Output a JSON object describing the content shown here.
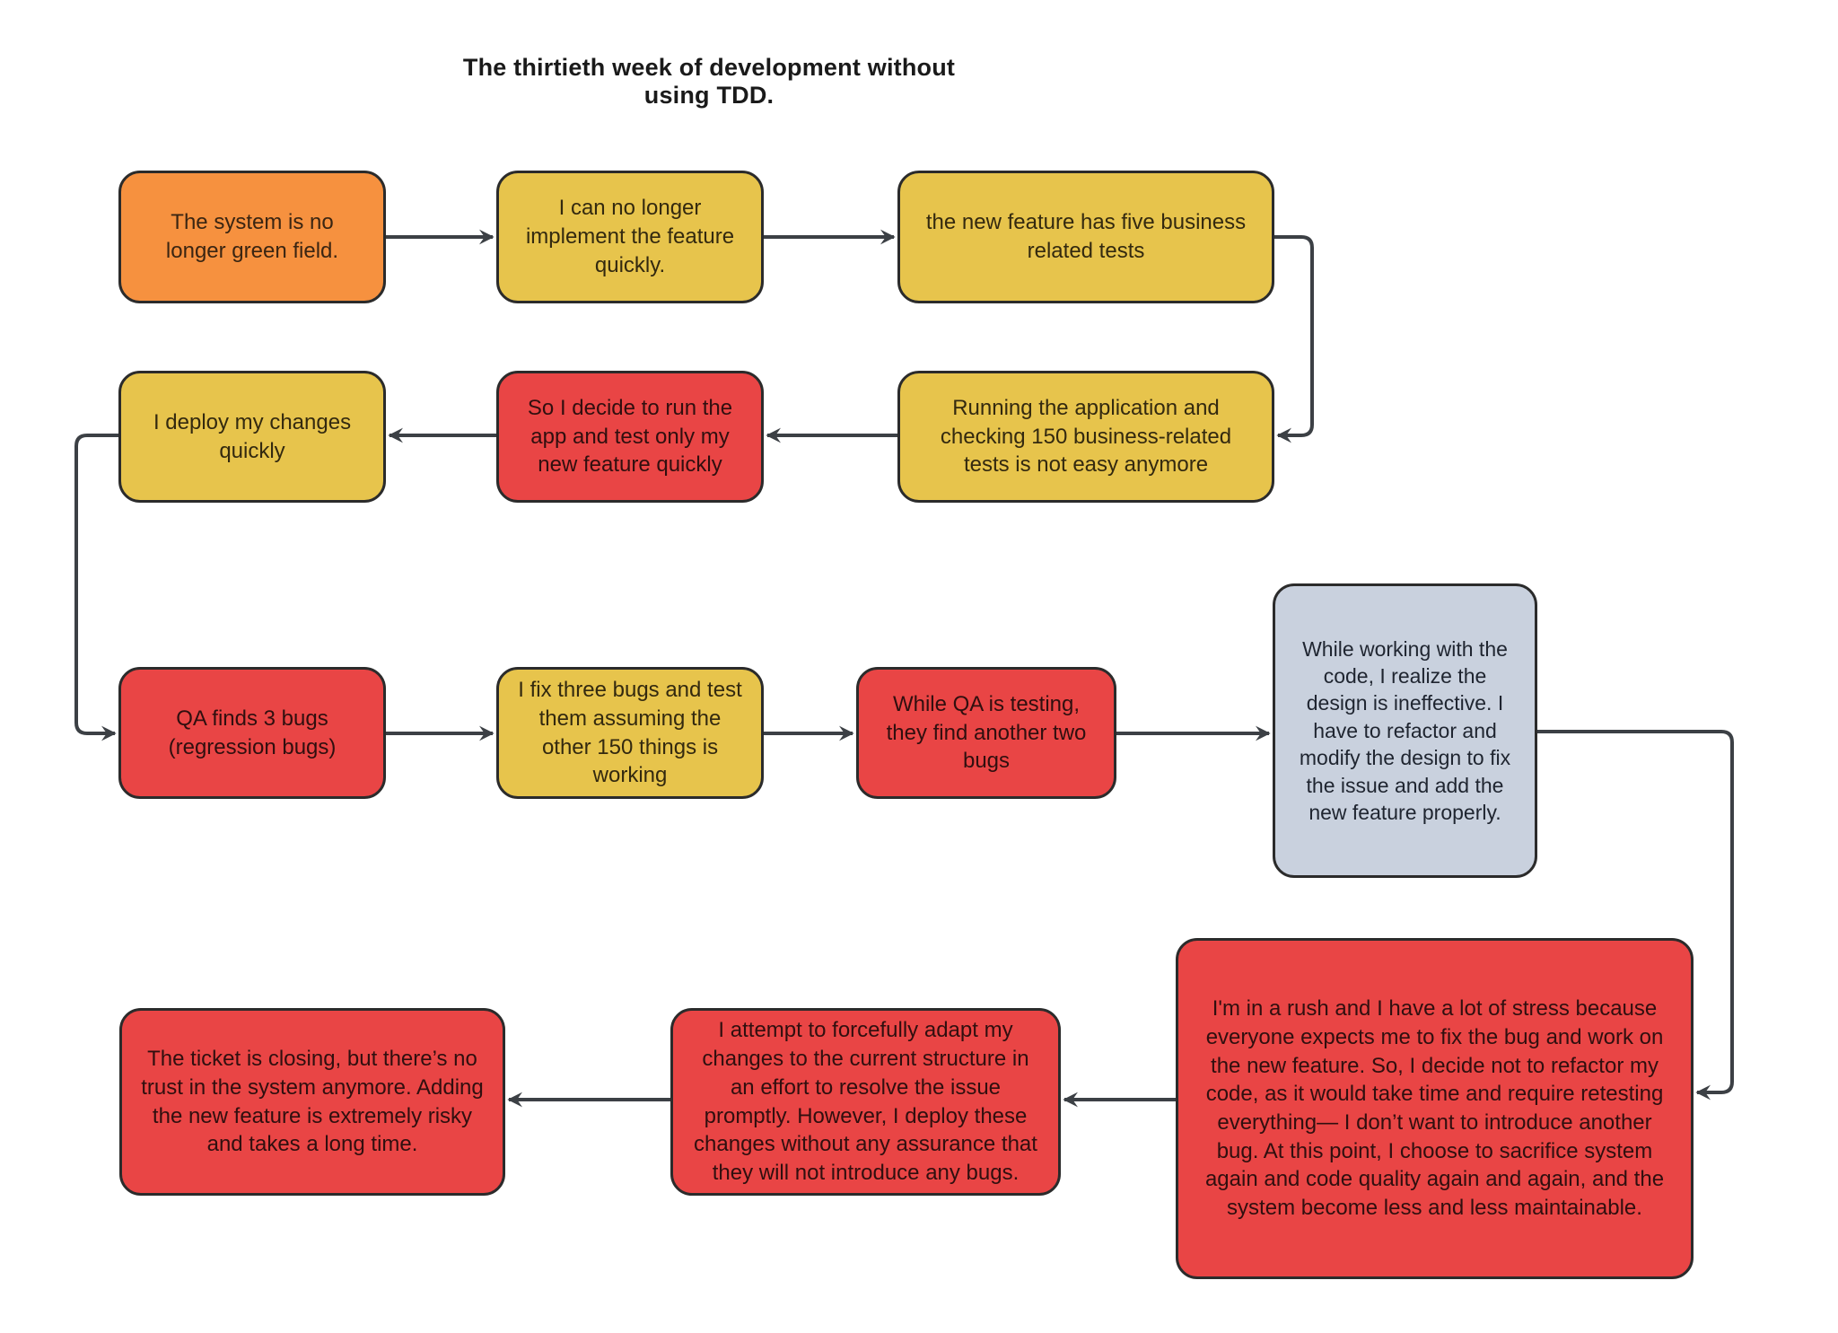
{
  "title": "The thirtieth week of development without using TDD.",
  "palette": {
    "orange": "#F6913F",
    "yellow": "#E7C44C",
    "red": "#E94545",
    "blue": "#C9D1DE",
    "connector": "#3C4045",
    "node_border": "#2b2b2b",
    "background": "#FFFFFF"
  },
  "nodes": [
    {
      "id": "n1",
      "color": "orange",
      "text": "The system is no longer green field."
    },
    {
      "id": "n2",
      "color": "yellow",
      "text": "I can no longer implement the feature quickly."
    },
    {
      "id": "n3",
      "color": "yellow",
      "text": "the new feature has five business related tests"
    },
    {
      "id": "n4",
      "color": "yellow",
      "text": "I deploy my changes quickly"
    },
    {
      "id": "n5",
      "color": "red",
      "text": "So I decide to run the app and test only my new feature quickly"
    },
    {
      "id": "n6",
      "color": "yellow",
      "text": "Running the application and checking 150 business-related tests is not easy anymore"
    },
    {
      "id": "n7",
      "color": "red",
      "text": "QA finds 3 bugs (regression bugs)"
    },
    {
      "id": "n8",
      "color": "yellow",
      "text": "I fix three bugs and test them assuming the other 150 things is working"
    },
    {
      "id": "n9",
      "color": "red",
      "text": "While QA is testing, they find another two bugs"
    },
    {
      "id": "n10",
      "color": "blue",
      "text": "While working with the code, I realize the design is ineffective.  I have to refactor and modify the design to fix the issue and add the new feature properly."
    },
    {
      "id": "n11",
      "color": "red",
      "text": "The ticket is closing, but there’s no trust in the system anymore. Adding the new feature is extremely risky and takes a long time."
    },
    {
      "id": "n12",
      "color": "red",
      "text": "I attempt to forcefully adapt my changes to the current structure in an effort to resolve the issue promptly. However, I deploy these changes without any assurance that they will not introduce any bugs."
    },
    {
      "id": "n13",
      "color": "red",
      "text": "I'm in a rush and I have a lot of stress because everyone expects me to fix the bug and work on the new feature. So, I decide not to refactor my code, as it would take time and require retesting everything— I don’t want to introduce another bug. At this point, I choose to sacrifice system again and code quality again and again, and the system become less and less maintainable."
    }
  ],
  "edges": [
    {
      "from": "n1",
      "to": "n2"
    },
    {
      "from": "n2",
      "to": "n3"
    },
    {
      "from": "n3",
      "to": "n6"
    },
    {
      "from": "n6",
      "to": "n5"
    },
    {
      "from": "n5",
      "to": "n4"
    },
    {
      "from": "n4",
      "to": "n7"
    },
    {
      "from": "n7",
      "to": "n8"
    },
    {
      "from": "n8",
      "to": "n9"
    },
    {
      "from": "n9",
      "to": "n10"
    },
    {
      "from": "n10",
      "to": "n13"
    },
    {
      "from": "n13",
      "to": "n12"
    },
    {
      "from": "n12",
      "to": "n11"
    }
  ]
}
